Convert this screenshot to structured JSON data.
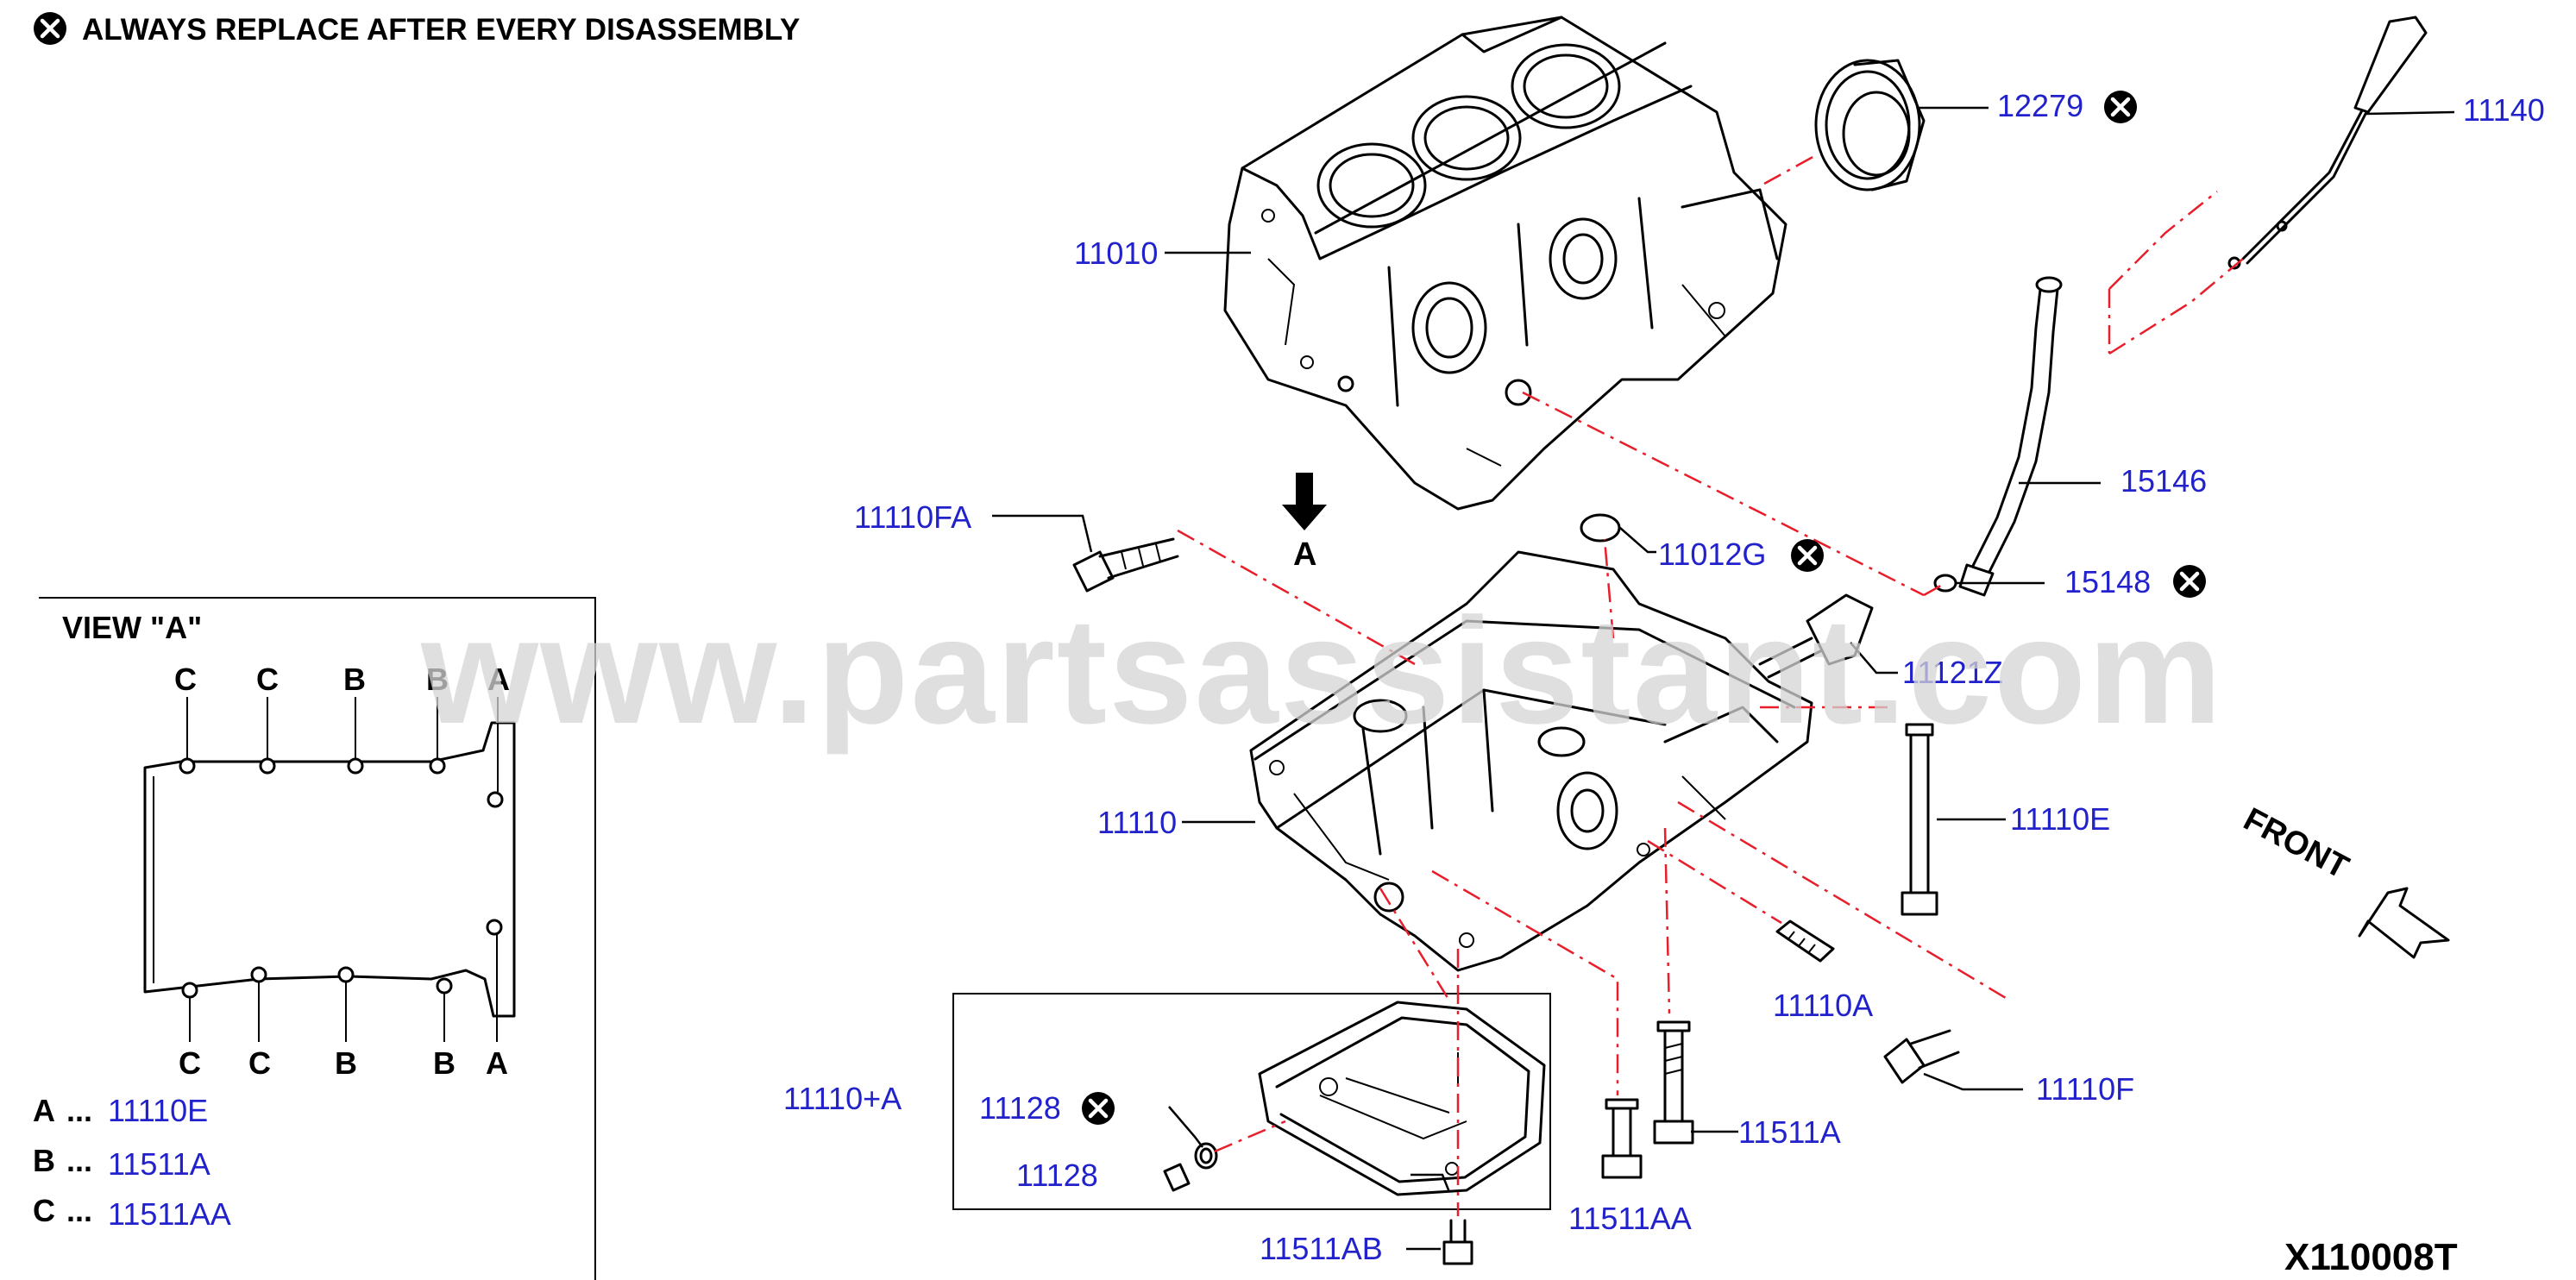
{
  "header": {
    "note": "ALWAYS REPLACE AFTER EVERY DISASSEMBLY",
    "icon": "circle-x-icon"
  },
  "watermark": "www.partsassistant.com",
  "diagram_code": "X110008T",
  "direction_label": "FRONT",
  "view_arrow_label": "A",
  "view_panel": {
    "title": "VIEW \"A\"",
    "top_labels": [
      "C",
      "C",
      "B",
      "B",
      "A"
    ],
    "bottom_labels": [
      "C",
      "C",
      "B",
      "B",
      "A"
    ],
    "legend": [
      {
        "key": "A",
        "dots": "...",
        "part": "11110E"
      },
      {
        "key": "B",
        "dots": "...",
        "part": "11511A"
      },
      {
        "key": "C",
        "dots": "...",
        "part": "11511AA"
      }
    ]
  },
  "parts": {
    "p11010": "11010",
    "p12279": "12279",
    "p11140": "11140",
    "p15146": "15146",
    "p11110FA": "11110FA",
    "p11012G": "11012G",
    "p15148": "15148",
    "p11121Z": "11121Z",
    "p11110": "11110",
    "p11110E": "11110E",
    "p11110A": "11110A",
    "p11110F": "11110F",
    "p11110plusA": "11110+A",
    "p11128a": "11128",
    "p11128b": "11128",
    "p11511A": "11511A",
    "p11511AA": "11511AA",
    "p11511AB": "11511AB"
  }
}
